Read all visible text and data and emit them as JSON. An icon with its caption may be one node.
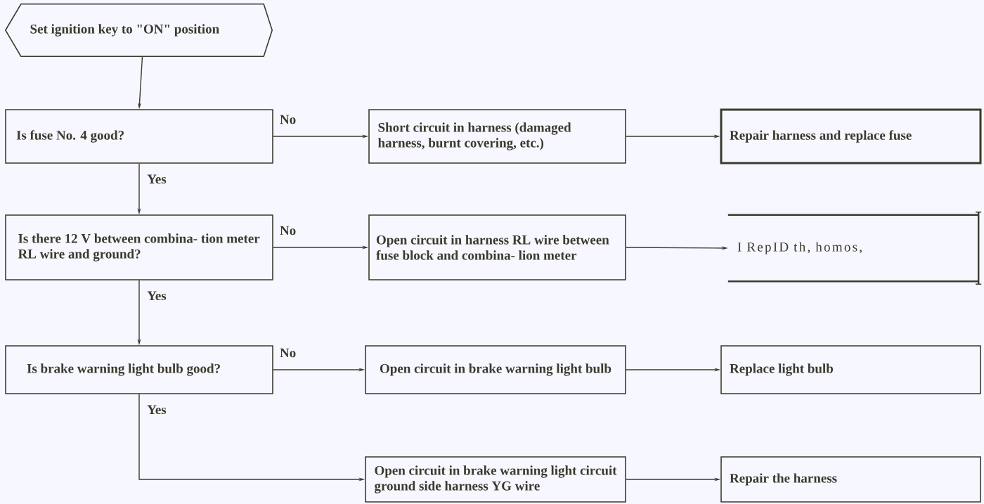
{
  "diagram": {
    "nodes": [
      {
        "text": [
          "Set ignition key to \"ON\" position"
        ]
      },
      {
        "text": [
          "Is fuse No. 4 good?"
        ]
      },
      {
        "text": [
          "Short circuit in harness (damaged harness, burnt covering, etc.)"
        ]
      },
      {
        "text": [
          "Repair harness and replace fuse"
        ]
      },
      {
        "text": [
          "Is there 12 V between combina- tion meter RL wire and ground?"
        ]
      },
      {
        "text": [
          "Open circuit in harness RL wire between fuse block and combina- lion meter"
        ]
      },
      {
        "text": [
          "I RepID th, homos,"
        ]
      },
      {
        "text": [
          "Is brake warning light bulb good?"
        ]
      },
      {
        "text": [
          "Open circuit in brake warning light bulb"
        ]
      },
      {
        "text": [
          "Replace light bulb"
        ]
      },
      {
        "text": [
          "Open circuit in brake warning light circuit ground side harness YG wire"
        ]
      },
      {
        "text": [
          "Repair the harness"
        ]
      }
    ],
    "edges": [
      {
        "from": 0,
        "to": 1,
        "arrow": "to"
      },
      {
        "from": 1,
        "to": 2,
        "arrow": "to",
        "label": "No"
      },
      {
        "from": 2,
        "to": 3,
        "arrow": "to"
      },
      {
        "from": 1,
        "to": 4,
        "arrow": "to",
        "label": "Yes"
      },
      {
        "from": 4,
        "to": 5,
        "arrow": "to",
        "label": "No"
      },
      {
        "from": 5,
        "to": 6,
        "arrow": "to"
      },
      {
        "from": 4,
        "to": 7,
        "arrow": "to",
        "label": "Yes"
      },
      {
        "from": 7,
        "to": 8,
        "arrow": "to",
        "label": "No"
      },
      {
        "from": 8,
        "to": 9,
        "arrow": "to"
      },
      {
        "from": 7,
        "to": 10,
        "arrow": "to",
        "label": "Yes"
      },
      {
        "from": 10,
        "to": 11,
        "arrow": "to"
      }
    ]
  }
}
